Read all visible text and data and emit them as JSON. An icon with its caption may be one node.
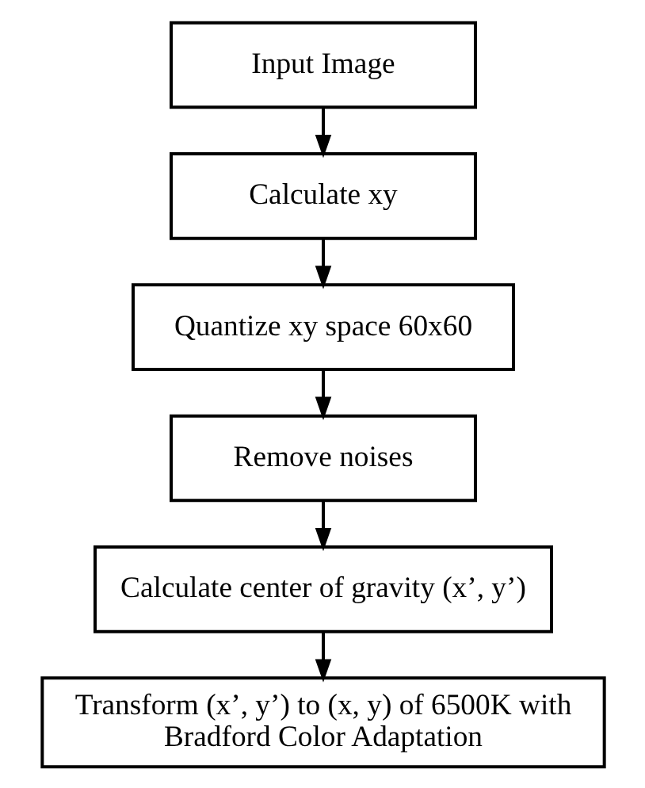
{
  "diagram": {
    "nodes": [
      {
        "text": [
          "Input Image"
        ]
      },
      {
        "text": [
          "Calculate xy"
        ]
      },
      {
        "text": [
          "Quantize xy space 60x60"
        ]
      },
      {
        "text": [
          "Remove noises"
        ]
      },
      {
        "text": [
          "Calculate center of gravity (x’, y’)"
        ]
      },
      {
        "text": [
          "Transform (x’, y’) to (x, y) of 6500K with Bradford Color Adaptation"
        ]
      }
    ],
    "edges": [
      {
        "from": 0,
        "to": 1,
        "arrow": "to"
      },
      {
        "from": 1,
        "to": 2,
        "arrow": "to"
      },
      {
        "from": 2,
        "to": 3,
        "arrow": "to"
      },
      {
        "from": 3,
        "to": 4,
        "arrow": "to"
      },
      {
        "from": 4,
        "to": 5,
        "arrow": "to"
      }
    ]
  }
}
